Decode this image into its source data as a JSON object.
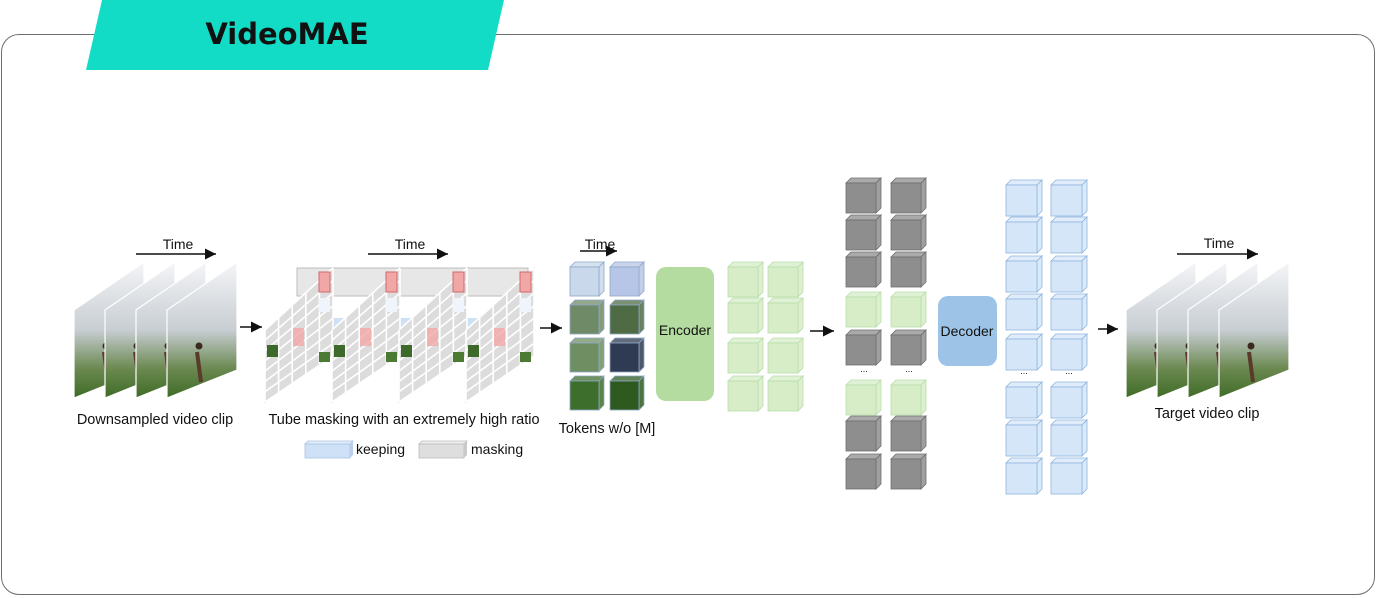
{
  "header": {
    "title": "VideoMAE"
  },
  "labels": {
    "time": "Time",
    "input_caption": "Downsampled video clip",
    "masking_caption": "Tube masking with an extremely high ratio",
    "tokens_caption": "Tokens w/o [M]",
    "target_caption": "Target video clip",
    "encoder": "Encoder",
    "decoder": "Decoder",
    "ellipsis": "..."
  },
  "legend": {
    "keeping": "keeping",
    "masking": "masking"
  },
  "colors": {
    "accent": "#12dcc6",
    "encoder": "#b5dca0",
    "decoder": "#9dc3e6",
    "keep_token": "#d5e6f8",
    "mask_token": "#8e8e8e",
    "latent_token": "#d6edc8",
    "masked_patch": "#f2a7a7"
  }
}
